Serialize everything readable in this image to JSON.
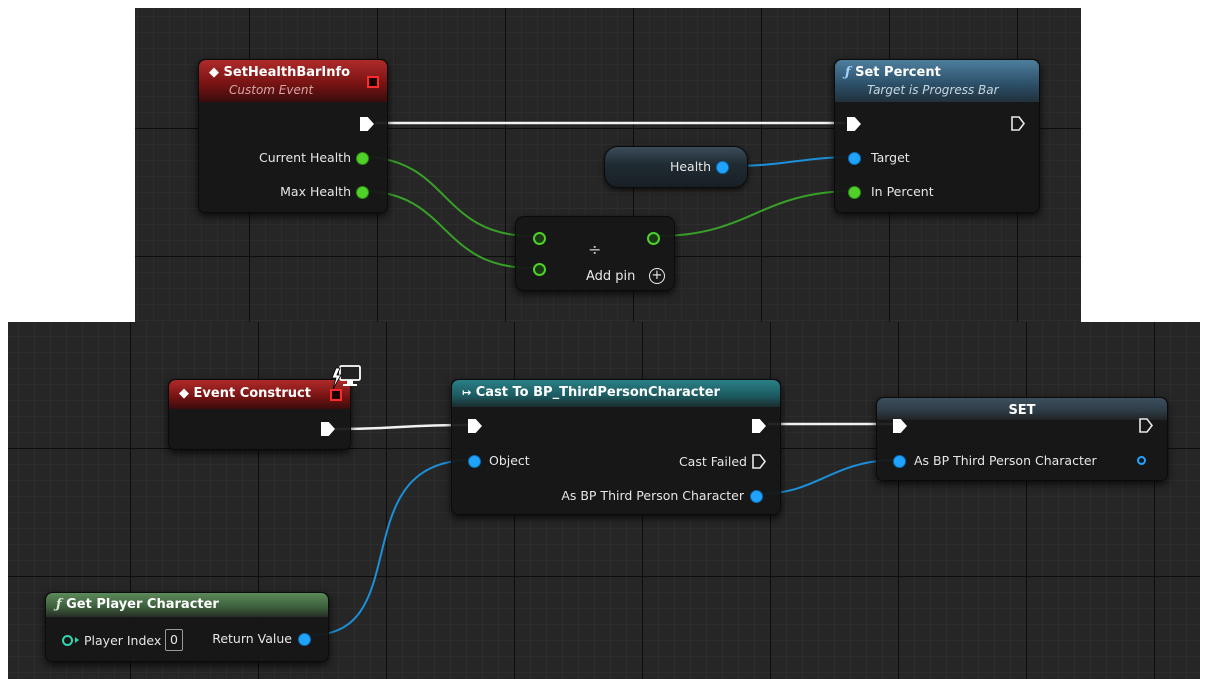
{
  "colors": {
    "exec_wire": "#ffffff",
    "float_wire": "#3ca62a",
    "object_wire": "#1b90d8",
    "event_header": "#8a1a1a",
    "function_header": "#3b6784",
    "cast_header": "#1f6b72",
    "pure_function_header": "#45704a"
  },
  "top_graph": {
    "set_health_event": {
      "icon": "event-diamond-icon",
      "title": "SetHealthBarInfo",
      "subtitle": "Custom Event",
      "pins": [
        "Current Health",
        "Max Health"
      ]
    },
    "set_percent": {
      "icon": "function-f-icon",
      "title": "Set Percent",
      "subtitle": "Target is Progress Bar",
      "pins": [
        "Target",
        "In Percent"
      ]
    },
    "health_var": {
      "label": "Health"
    },
    "divide": {
      "symbol": "÷",
      "add_pin": "Add pin"
    }
  },
  "bottom_graph": {
    "event_construct": {
      "icon": "event-diamond-icon",
      "title": "Event Construct"
    },
    "cast": {
      "icon": "cast-arrow-icon",
      "title": "Cast To BP_ThirdPersonCharacter",
      "pins": [
        "Object",
        "Cast Failed",
        "As BP Third Person Character"
      ]
    },
    "set_node": {
      "title": "SET",
      "pins": [
        "As BP Third Person Character"
      ]
    },
    "get_player": {
      "icon": "function-f-icon",
      "title": "Get Player Character",
      "pins": [
        "Player Index",
        "Return Value"
      ],
      "player_index_value": "0"
    }
  }
}
